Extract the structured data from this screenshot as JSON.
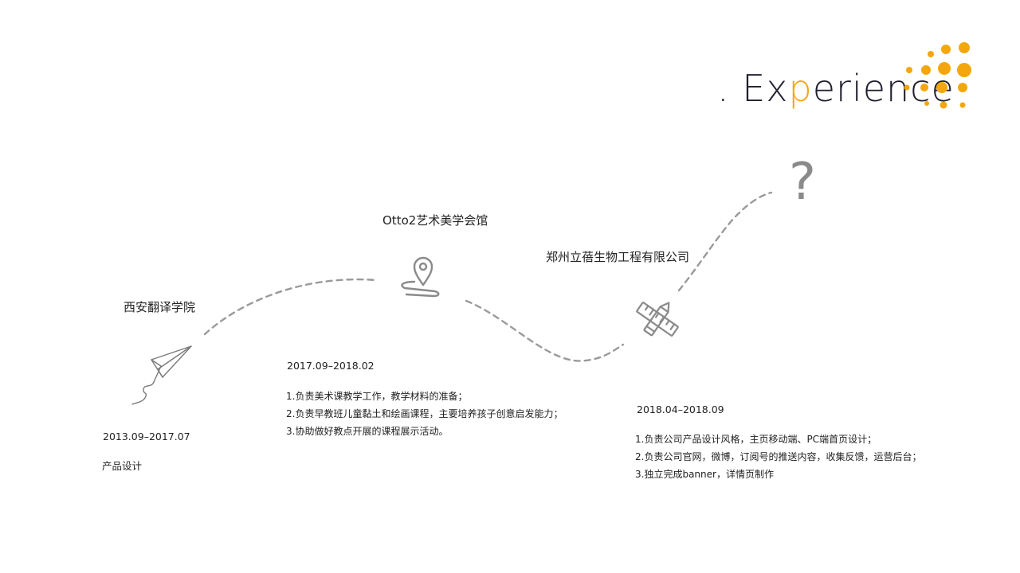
{
  "heading": {
    "prefix": ". Ex",
    "accent": "p",
    "suffix": "erience",
    "accent_color": "#f4a70c"
  },
  "timeline": [
    {
      "place": "西安翻译学院",
      "date": "2013.09–2017.07",
      "role": "产品设计",
      "icon": "paper-plane-icon"
    },
    {
      "place": "Otto2艺术美学会馆",
      "date": "2017.09–2018.02",
      "duties": [
        "1.负责美术课教学工作，教学材料的准备；",
        "2.负责早教班儿童黏土和绘画课程，主要培养孩子创意启发能力；",
        "3.协助做好教点开展的课程展示活动。"
      ],
      "icon": "location-pin-icon"
    },
    {
      "place": "郑州立蓓生物工程有限公司",
      "date": "2018.04–2018.09",
      "duties": [
        "1.负责公司产品设计风格，主页移动端、PC端首页设计；",
        "2.负责公司官网，微博，订阅号的推送内容，收集反馈，运营后台；",
        "3.独立完成banner，详情页制作"
      ],
      "icon": "pencil-ruler-icon"
    },
    {
      "icon": "question-mark-icon",
      "symbol": "?"
    }
  ],
  "colors": {
    "path": "#9a9a9a",
    "icon": "#8a8a8a",
    "dot": "#f4a70c"
  }
}
